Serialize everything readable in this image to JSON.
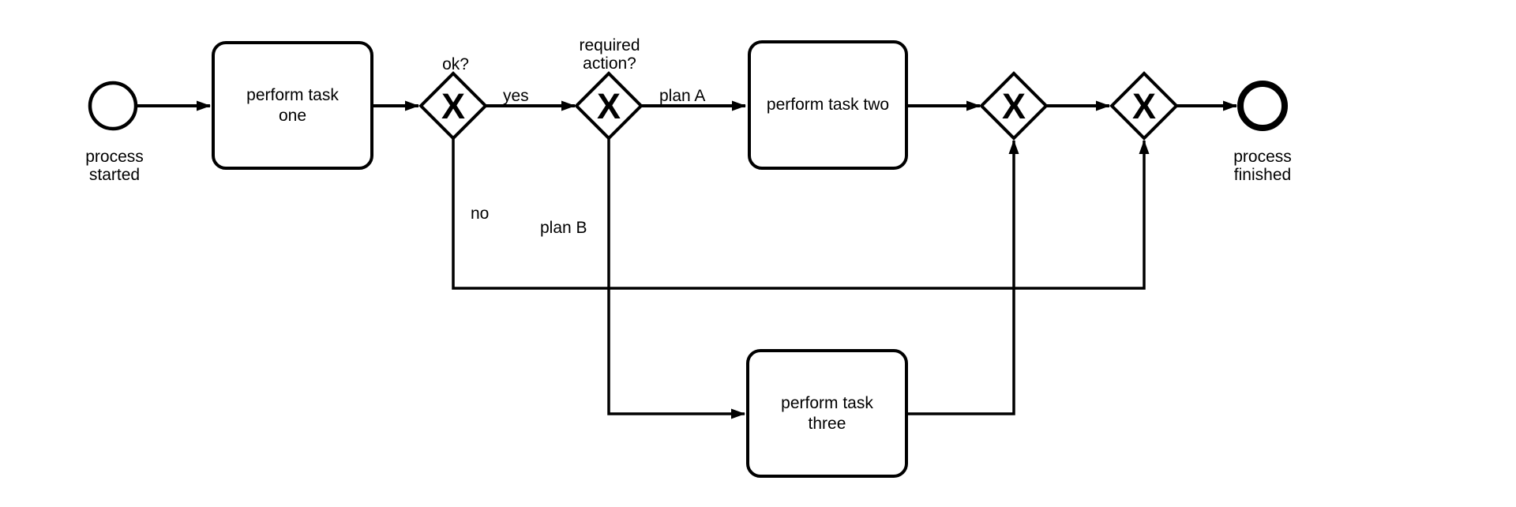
{
  "diagram": {
    "type": "bpmn-process-flow",
    "colors": {
      "stroke": "#000000",
      "background": "#ffffff",
      "text": "#000000"
    },
    "nodes": {
      "start_event": {
        "shape": "circle",
        "label": "process\nstarted"
      },
      "task_one": {
        "shape": "rounded-rect",
        "label": "perform task\none"
      },
      "gateway_ok": {
        "shape": "diamond",
        "symbol": "X",
        "label": "ok?"
      },
      "gateway_required_action": {
        "shape": "diamond",
        "symbol": "X",
        "label": "required\naction?"
      },
      "task_two": {
        "shape": "rounded-rect",
        "label": "perform task two"
      },
      "task_three": {
        "shape": "rounded-rect",
        "label": "perform task\nthree"
      },
      "gateway_merge_one": {
        "shape": "diamond",
        "symbol": "X"
      },
      "gateway_merge_two": {
        "shape": "diamond",
        "symbol": "X"
      },
      "end_event": {
        "shape": "circle-thick",
        "label": "process\nfinished"
      }
    },
    "flows": {
      "start_to_task_one": {
        "label": ""
      },
      "task_one_to_gateway_ok": {
        "label": ""
      },
      "yes": {
        "label": "yes"
      },
      "no": {
        "label": "no"
      },
      "plan_a": {
        "label": "plan A"
      },
      "plan_b": {
        "label": "plan B"
      },
      "task_two_to_merge": {
        "label": ""
      },
      "merge_to_merge": {
        "label": ""
      },
      "task_three_to_merge": {
        "label": ""
      },
      "merge_to_end": {
        "label": ""
      }
    }
  }
}
